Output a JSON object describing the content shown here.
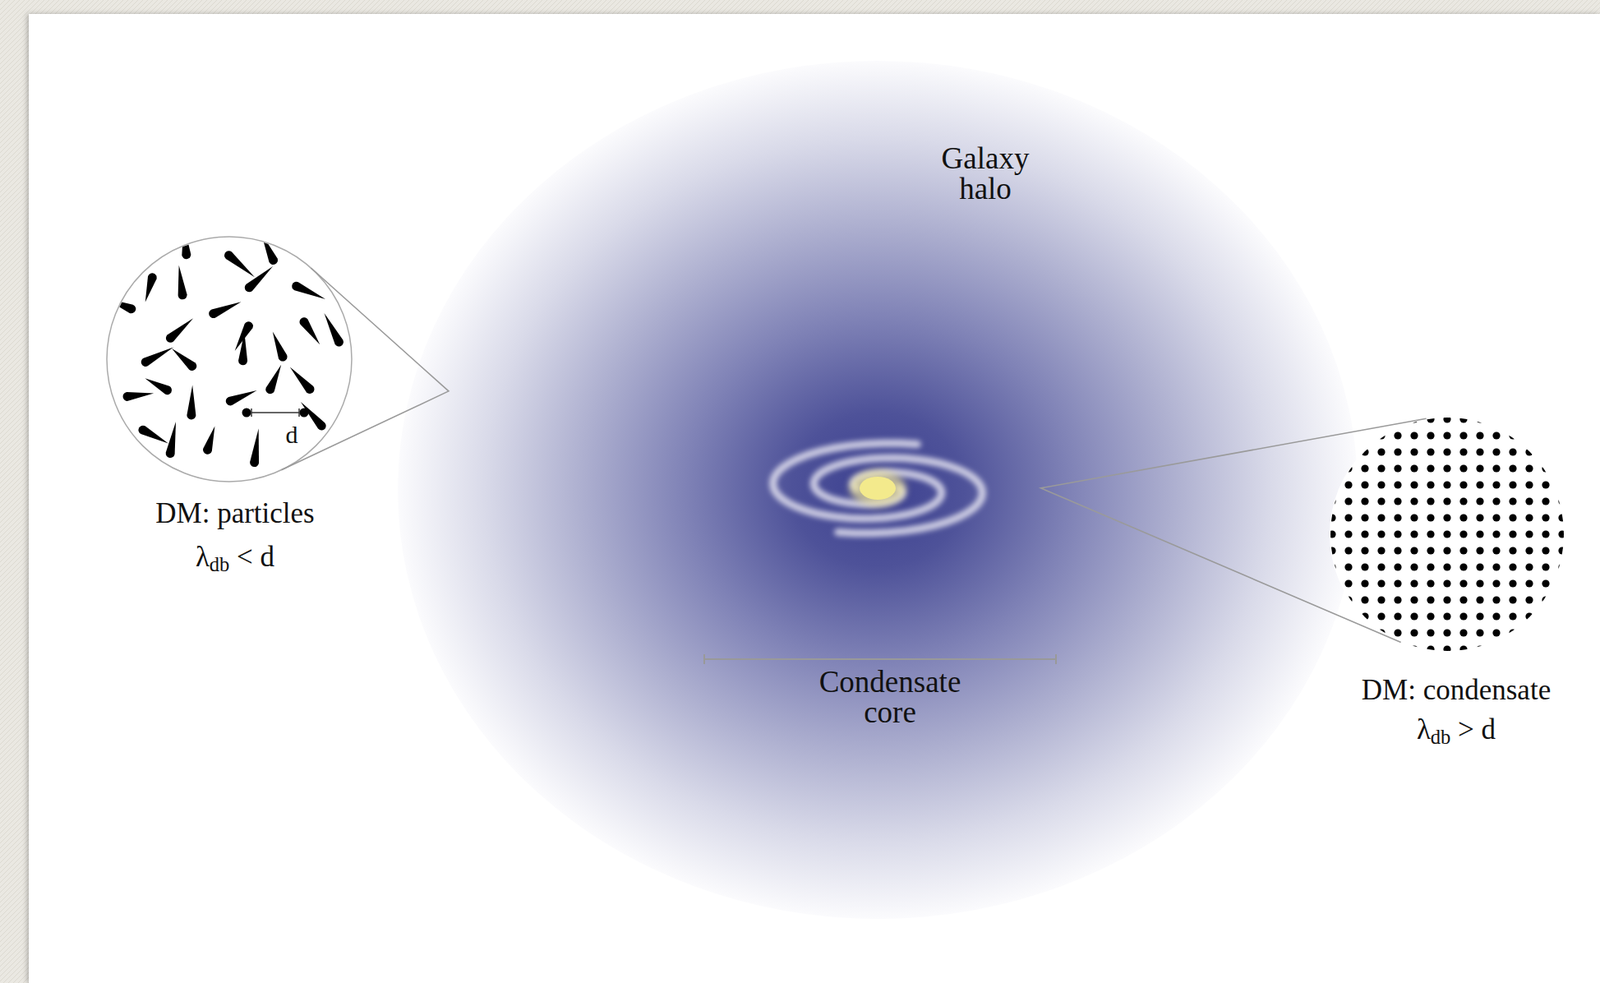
{
  "diagram": {
    "nodes": [
      {
        "text": [
          "d",
          "DM: particles",
          "λdb < d"
        ]
      },
      {
        "text": [
          "Galaxy halo",
          "Condensate core"
        ]
      },
      {
        "text": [
          "DM: condensate",
          "λdb > d"
        ]
      }
    ],
    "edges": [
      {
        "from": 0,
        "to": 1,
        "arrow": "none"
      },
      {
        "from": 2,
        "to": 1,
        "arrow": "none"
      }
    ]
  }
}
